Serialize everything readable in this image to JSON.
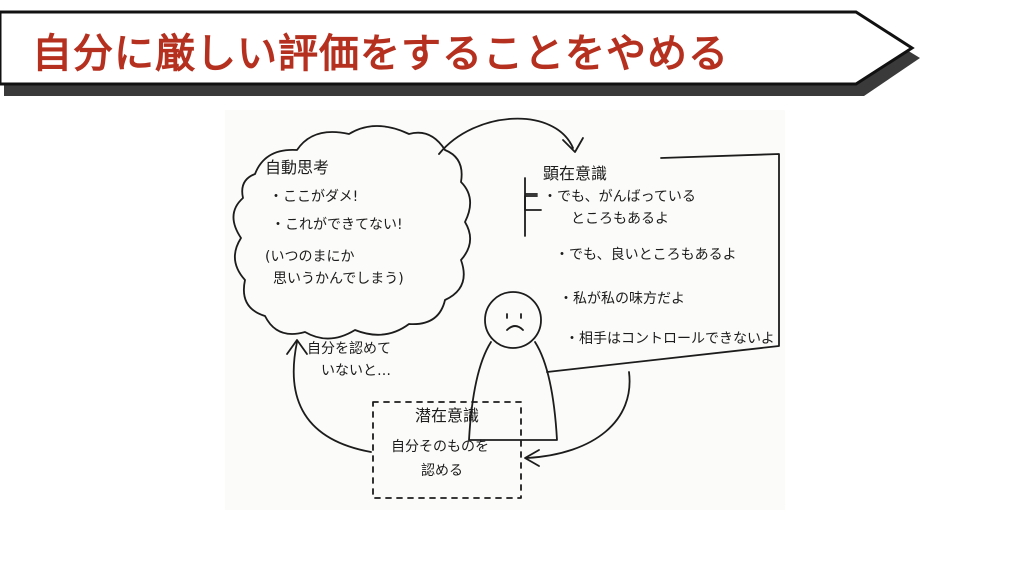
{
  "banner": {
    "title": "自分に厳しい評価をすることをやめる"
  },
  "diagram": {
    "self_talk": {
      "heading": "自動思考",
      "lines": [
        "・ここがダメ!",
        "・これができてない!",
        "(いつのまにか",
        "思いうかんでしまう)"
      ]
    },
    "conscious": {
      "heading": "顕在意識",
      "lines": [
        "・でも、がんばっている",
        "ところもあるよ",
        "・でも、良いところもあるよ",
        "・私が私の味方だよ",
        "・相手はコントロールできないよ"
      ]
    },
    "subconscious": {
      "heading": "潜在意識",
      "lines": [
        "自分そのものを",
        "認める"
      ]
    },
    "left_label": {
      "lines": [
        "自分を認めて",
        "いないと…"
      ]
    }
  },
  "colors": {
    "title_red": "#b5301f",
    "ink": "#1c1c1c",
    "banner_shadow": "#3a3a3a"
  }
}
